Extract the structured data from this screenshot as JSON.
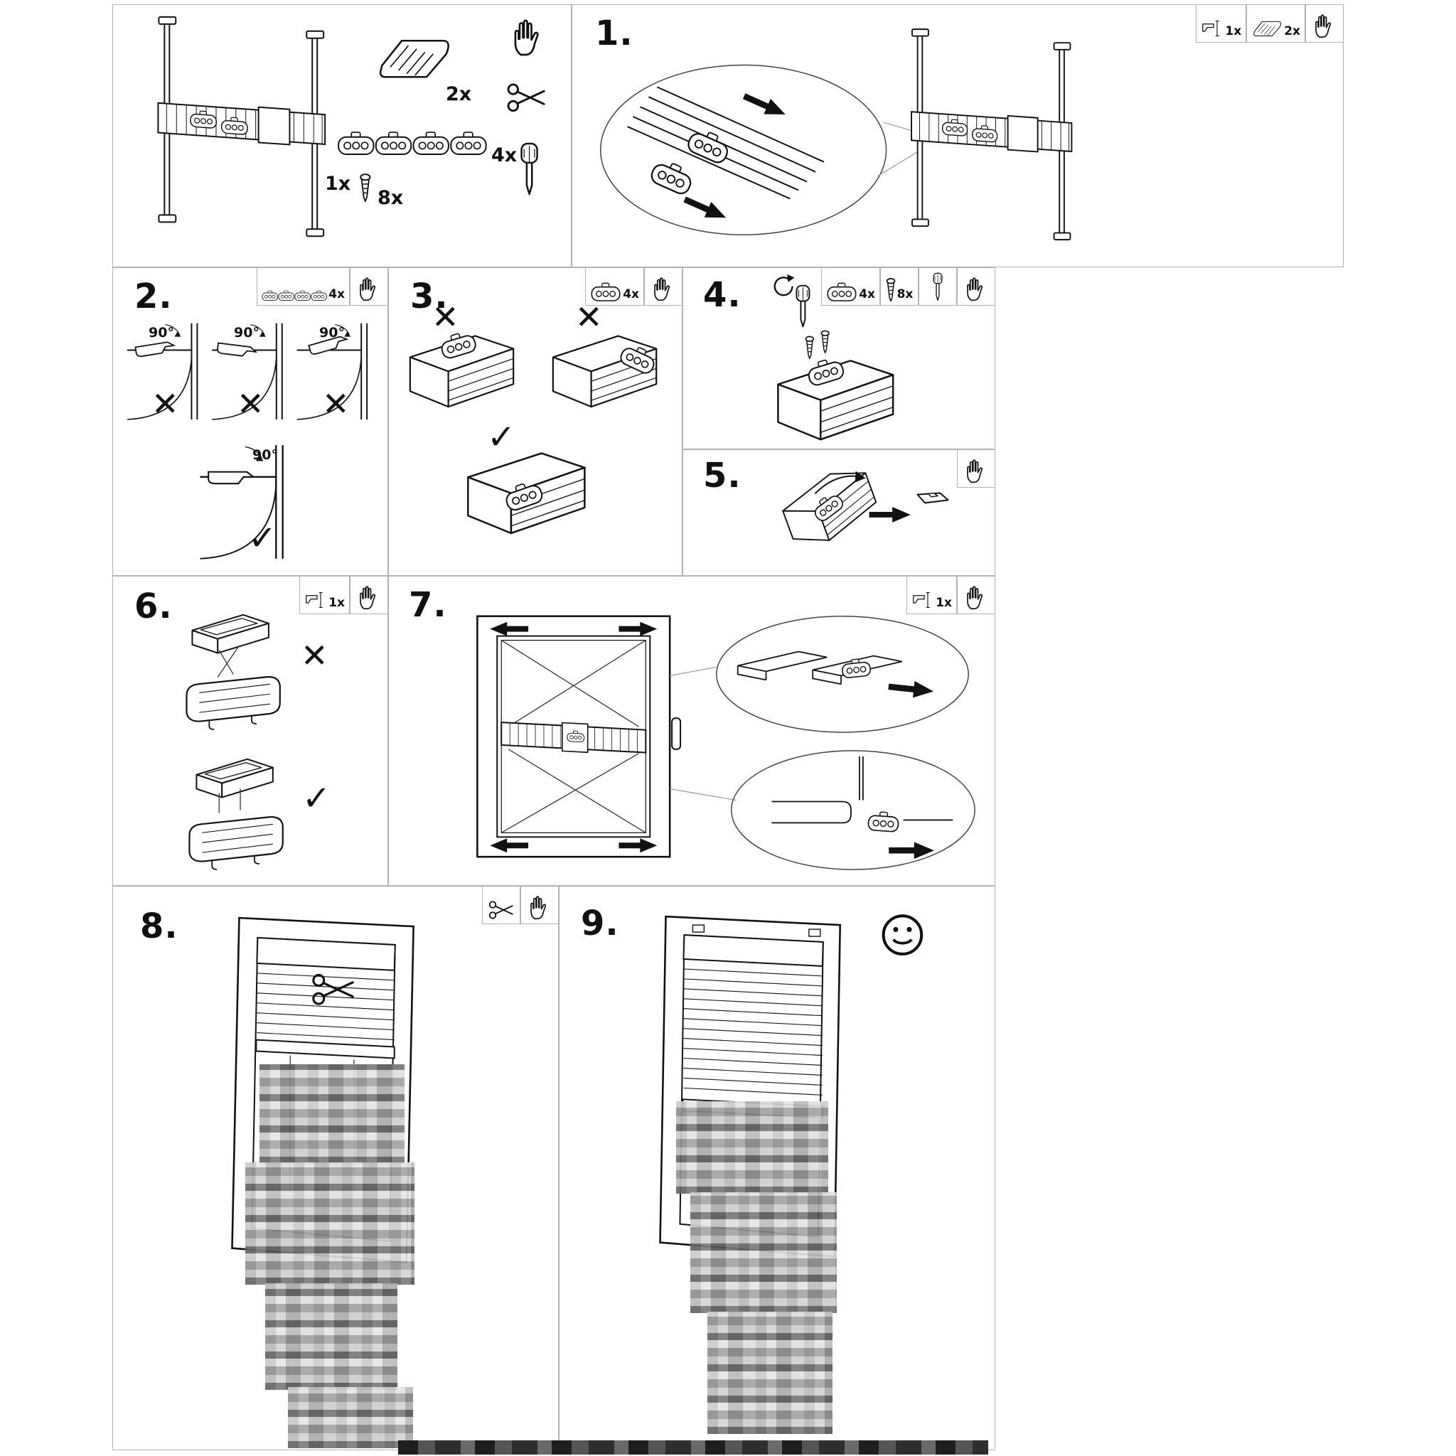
{
  "marks": {
    "wrong": "✕",
    "correct": "✓"
  },
  "labels": {
    "angle": "90°"
  },
  "parts": {
    "assembly_qty": "1x",
    "bracket_qty": "2x",
    "clip_strip_qty": "4x",
    "screw_qty": "8x"
  },
  "steps": {
    "s1": {
      "number": "1.",
      "rail_qty": "1x",
      "bracket_qty": "2x"
    },
    "s2": {
      "number": "2.",
      "clip_qty": "4x"
    },
    "s3": {
      "number": "3.",
      "clip_qty": "4x"
    },
    "s4": {
      "number": "4.",
      "clip_qty": "4x",
      "screw_qty": "8x"
    },
    "s5": {
      "number": "5."
    },
    "s6": {
      "number": "6.",
      "unit_qty": "1x"
    },
    "s7": {
      "number": "7.",
      "unit_qty": "1x"
    },
    "s8": {
      "number": "8."
    },
    "s9": {
      "number": "9."
    }
  }
}
